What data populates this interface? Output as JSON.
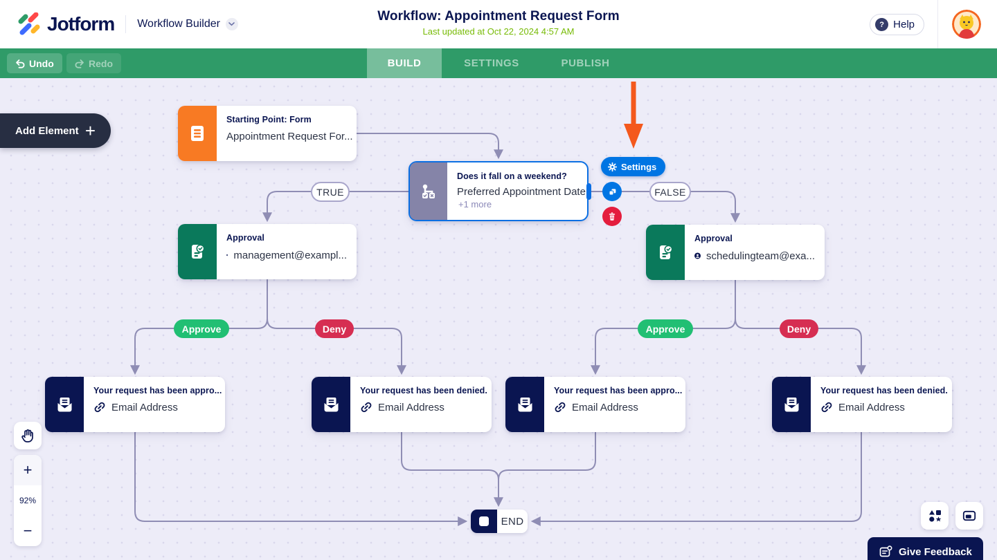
{
  "colors": {
    "navy": "#0A1551",
    "toolbar-green": "#2F9B68",
    "active-tab-green": "#7CBD97",
    "lime": "#78BB07",
    "blue": "#0075E3",
    "selection-blue": "#0B6FE3",
    "orange-node": "#F87A23",
    "approval-green": "#0A795B",
    "condition-purple": "#8584A8",
    "approve-green": "#21BF73",
    "deny-red": "#D62E52",
    "danger-red": "#E41D3D",
    "connector": "#8F8DB4",
    "canvas-bg": "#EDECF8",
    "arrow-orange": "#F4581C",
    "dark-button": "#272E42"
  },
  "header": {
    "logo_text": "Jotform",
    "app_name": "Workflow Builder",
    "title": "Workflow: Appointment Request Form",
    "subtitle": "Last updated at Oct 22, 2024 4:57 AM",
    "help_label": "Help",
    "help_glyph": "?"
  },
  "toolbar": {
    "undo_label": "Undo",
    "redo_label": "Redo",
    "tabs": [
      {
        "label": "BUILD"
      },
      {
        "label": "SETTINGS"
      },
      {
        "label": "PUBLISH"
      }
    ]
  },
  "canvas": {
    "add_element_label": "Add Element",
    "plus_glyph": "+",
    "minus_glyph": "−",
    "start_node": {
      "title": "Starting Point: Form",
      "subtitle": "Appointment Request For..."
    },
    "condition_node": {
      "title": "Does it fall on a weekend?",
      "subtitle": "Preferred Appointment Date",
      "more": "+1 more"
    },
    "settings_button_label": "Settings",
    "branch_labels": {
      "true": "TRUE",
      "false": "FALSE"
    },
    "approvals": [
      {
        "title": "Approval",
        "assignee": "management@exampl..."
      },
      {
        "title": "Approval",
        "assignee": "schedulingteam@exa..."
      }
    ],
    "outcome_labels": {
      "approve": "Approve",
      "deny": "Deny"
    },
    "emails": [
      {
        "title": "Your request has been appro...",
        "field": "Email Address"
      },
      {
        "title": "Your request has been denied.",
        "field": "Email Address"
      },
      {
        "title": "Your request has been appro...",
        "field": "Email Address"
      },
      {
        "title": "Your request has been denied.",
        "field": "Email Address"
      }
    ],
    "end_label": "END",
    "zoom_level": "92%"
  },
  "footer": {
    "feedback_label": "Give Feedback"
  }
}
